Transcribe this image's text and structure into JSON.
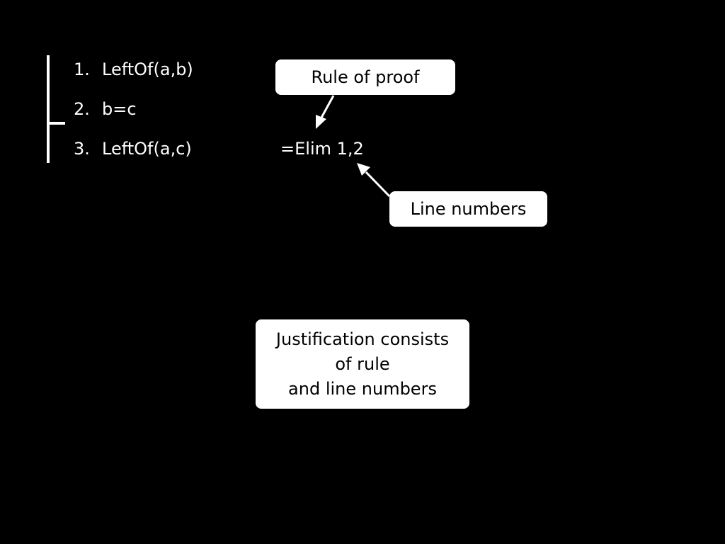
{
  "proof": {
    "lines": [
      {
        "number": "1.",
        "formula": "LeftOf(a,b)"
      },
      {
        "number": "2.",
        "formula": "b=c"
      },
      {
        "number": "3.",
        "formula": "LeftOf(a,c)"
      }
    ],
    "justification": "=Elim 1,2"
  },
  "callouts": {
    "rule": "Rule of proof",
    "line_numbers": "Line numbers",
    "summary": [
      "Justification consists",
      "of rule",
      "and line numbers"
    ]
  },
  "colors": {
    "background": "#000000",
    "foreground": "#ffffff",
    "callout_text": "#000000"
  }
}
